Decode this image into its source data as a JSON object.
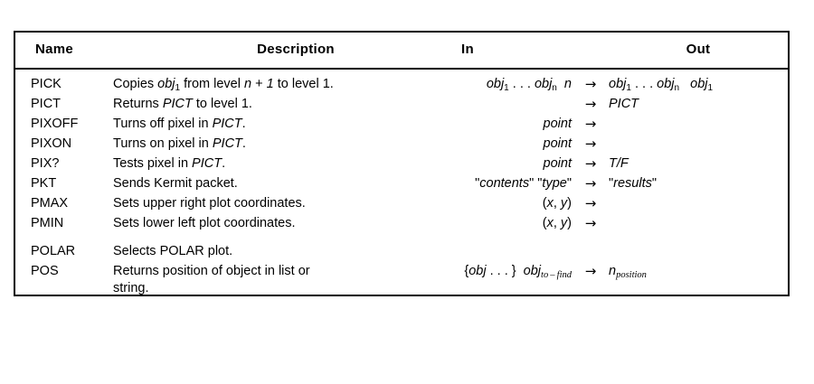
{
  "table": {
    "columns": [
      {
        "key": "name",
        "label": "Name"
      },
      {
        "key": "description",
        "label": "Description"
      },
      {
        "key": "in",
        "label": "In"
      },
      {
        "key": "out",
        "label": "Out"
      }
    ],
    "arrow_glyph": "→",
    "rows": [
      {
        "name": "PICK",
        "description": "Copies obj₁ from level n + 1 to level 1.",
        "description_line1": "Copies obj₁ from level n + 1 to level 1.",
        "description_line2": "",
        "in": "obj₁ . . . objₙ  n",
        "out": "obj₁ . . . objₙ   obj₁",
        "has_arrow": true
      },
      {
        "name": "PICT",
        "description": "Returns PICT to level 1.",
        "description_line1": "Returns PICT to level 1.",
        "description_line2": "",
        "in": "",
        "out": "PICT",
        "has_arrow": true
      },
      {
        "name": "PIXOFF",
        "description": "Turns off pixel in PICT.",
        "description_line1": "Turns off pixel in PICT.",
        "description_line2": "",
        "in": "point",
        "out": "",
        "has_arrow": true
      },
      {
        "name": "PIXON",
        "description": "Turns on pixel in PICT.",
        "description_line1": "Turns on pixel in PICT.",
        "description_line2": "",
        "in": "point",
        "out": "",
        "has_arrow": true
      },
      {
        "name": "PIX?",
        "description": "Tests pixel in PICT.",
        "description_line1": "Tests pixel in PICT.",
        "description_line2": "",
        "in": "point",
        "out": "T/F",
        "has_arrow": true
      },
      {
        "name": "PKT",
        "description": "Sends Kermit packet.",
        "description_line1": "Sends Kermit packet.",
        "description_line2": "",
        "in": "\"contents\" \"type\"",
        "out": "\"results\"",
        "has_arrow": true
      },
      {
        "name": "PMAX",
        "description": "Sets upper right plot coordinates.",
        "description_line1": "Sets upper right plot coordinates.",
        "description_line2": "",
        "in": "(x, y)",
        "out": "",
        "has_arrow": true
      },
      {
        "name": "PMIN",
        "description": "Sets lower left plot coordinates.",
        "description_line1": "Sets lower left plot coordinates.",
        "description_line2": "",
        "in": "(x, y)",
        "out": "",
        "has_arrow": true
      },
      {
        "name": "POLAR",
        "description": "Selects POLAR plot.",
        "description_line1": "Selects POLAR plot.",
        "description_line2": "",
        "in": "",
        "out": "",
        "has_arrow": false
      },
      {
        "name": "POS",
        "description": "Returns position of object in list or string.",
        "description_line1": "Returns position of object in list or",
        "description_line2": "string.",
        "in": "{obj . . . }  obj_to-find",
        "out": "n_position",
        "has_arrow": true
      }
    ]
  }
}
